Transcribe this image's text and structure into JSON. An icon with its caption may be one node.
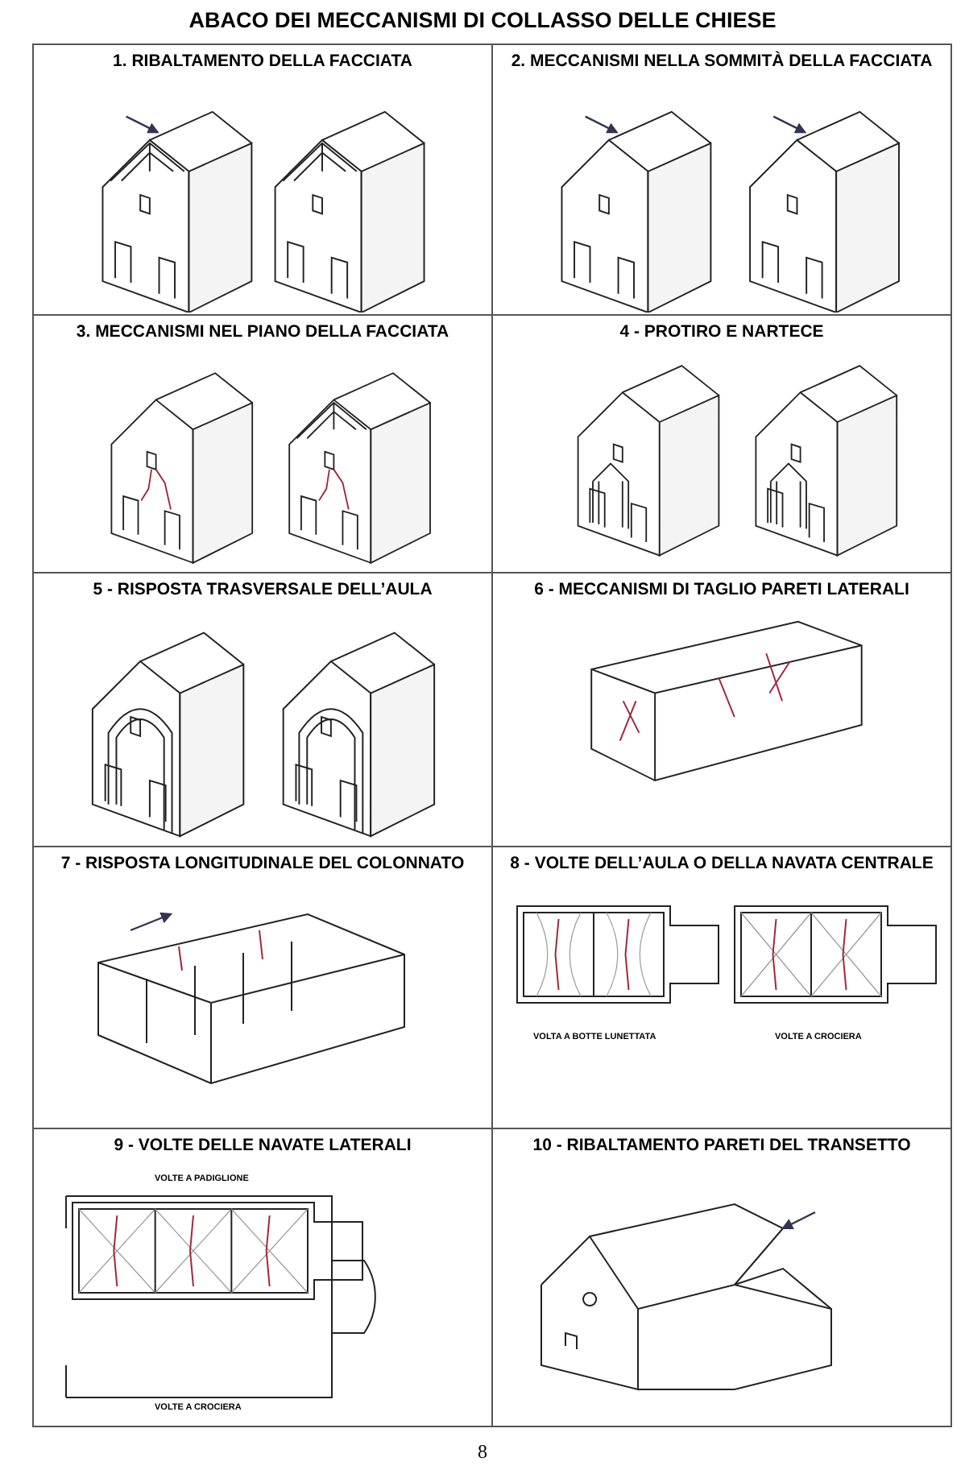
{
  "diagram": {
    "title": "ABACO DEI MECCANISMI DI COLLASSO DELLE CHIESE",
    "labels": [
      "1. RIBALTAMENTO DELLA FACCIATA",
      "2. MECCANISMI NELLA SOMMITÀ DELLA FACCIATA",
      "3. MECCANISMI NEL PIANO DELLA FACCIATA",
      "4 - PROTIRO E NARTECE",
      "5 - RISPOSTA TRASVERSALE DELL’AULA",
      "6 - MECCANISMI DI TAGLIO PARETI LATERALI",
      "7 - RISPOSTA LONGITUDINALE DEL COLONNATO",
      "8 - VOLTE DELL’AULA O DELLA NAVATA CENTRALE",
      "VOLTA A BOTTE LUNETTATA",
      "VOLTE A CROCIERA",
      "9 - VOLTE DELLE NAVATE LATERALI",
      "VOLTE A PADIGLIONE",
      "VOLTE A CROCIERA",
      "10 - RIBALTAMENTO PARETI DEL TRANSETTO",
      "8"
    ]
  }
}
